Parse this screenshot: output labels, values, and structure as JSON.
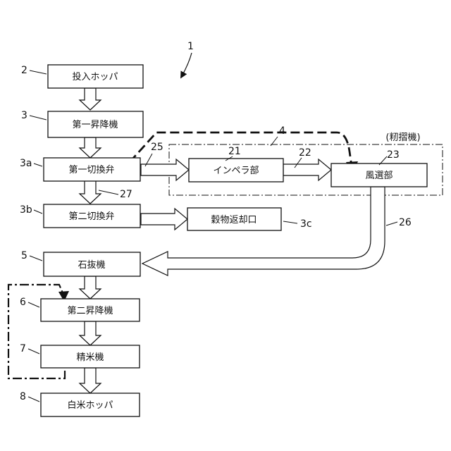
{
  "figure": {
    "ref": "1",
    "group_ref": "4",
    "group_caption": "(籾摺機)"
  },
  "boxes": {
    "hopper_in": {
      "ref": "2",
      "label": "投入ホッパ"
    },
    "elevator1": {
      "ref": "3",
      "label": "第一昇降機"
    },
    "valve1": {
      "ref": "3a",
      "label": "第一切換弁"
    },
    "valve2": {
      "ref": "3b",
      "label": "第二切換弁"
    },
    "impeller": {
      "ref": "21",
      "label": "インペラ部"
    },
    "winnower": {
      "ref": "23",
      "label": "風選部"
    },
    "return_port": {
      "ref": "3c",
      "label": "穀物返却口"
    },
    "destoner": {
      "ref": "5",
      "label": "石抜機"
    },
    "elevator2": {
      "ref": "6",
      "label": "第二昇降機"
    },
    "polisher": {
      "ref": "7",
      "label": "精米機"
    },
    "hopper_out": {
      "ref": "8",
      "label": "白米ホッパ"
    }
  },
  "flows": {
    "f25": "25",
    "f22": "22",
    "f27": "27",
    "f26": "26"
  }
}
